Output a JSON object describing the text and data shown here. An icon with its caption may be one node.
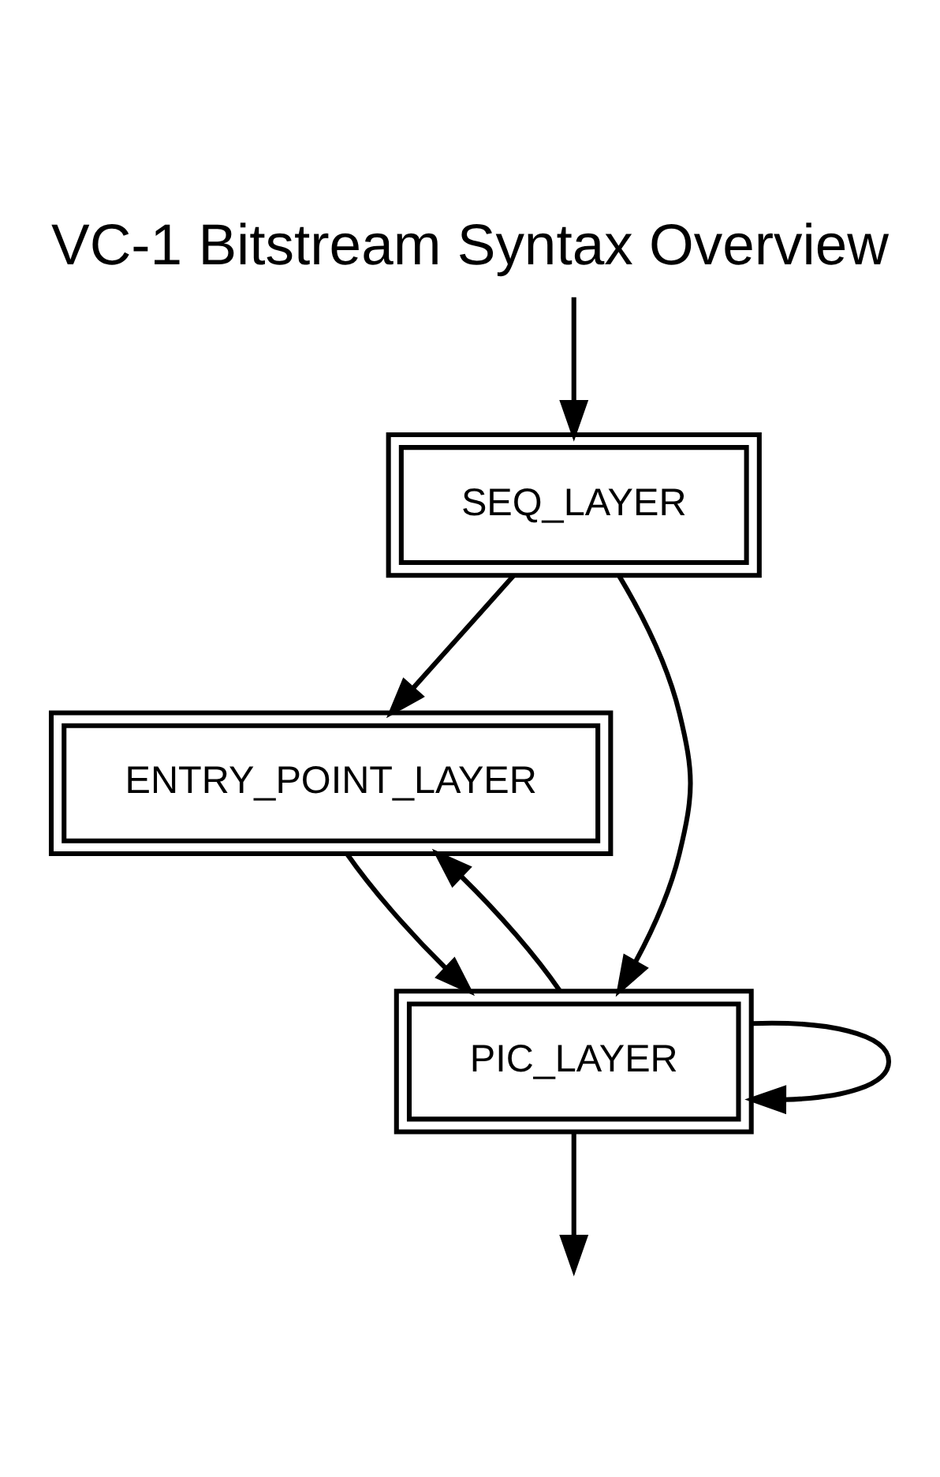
{
  "diagram": {
    "title": "VC-1 Bitstream Syntax Overview",
    "nodes": [
      {
        "text": [
          "SEQ_LAYER"
        ]
      },
      {
        "text": [
          "ENTRY_POINT_LAYER"
        ]
      },
      {
        "text": [
          "PIC_LAYER"
        ]
      }
    ],
    "edges": [
      {
        "from": null,
        "to": 0,
        "arrow": "to"
      },
      {
        "from": 0,
        "to": 1,
        "arrow": "to"
      },
      {
        "from": 0,
        "to": 2,
        "arrow": "to"
      },
      {
        "from": 1,
        "to": 2,
        "arrow": "to"
      },
      {
        "from": 2,
        "to": 2,
        "arrow": "to"
      },
      {
        "from": 2,
        "to": 1,
        "arrow": "to"
      },
      {
        "from": 2,
        "to": null,
        "arrow": "to"
      }
    ]
  }
}
